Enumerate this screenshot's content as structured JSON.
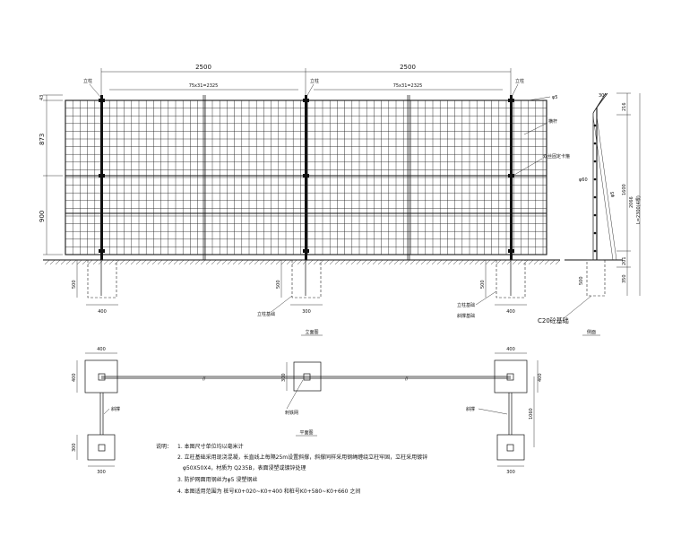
{
  "elevation": {
    "title": "立面图",
    "dims": {
      "span1": "2500",
      "span2": "2500",
      "mesh1": "75x31=2325",
      "mesh2": "75x31=2325",
      "top_gap": "43",
      "upper": "873",
      "lower": "900",
      "found_depth_left": "500",
      "found_depth_mid": "500",
      "found_depth_right": "500",
      "found_w_left": "400",
      "found_w_mid": "300",
      "found_w_right": "400"
    },
    "labels": {
      "post_left": "立柱",
      "post_mid": "立柱",
      "post_right": "立柱",
      "wire": "φ5",
      "frame": "横杆",
      "clip": "双丝固定卡箍",
      "found_mid": "立柱基础",
      "found_right1": "立柱基础",
      "found_right2": "斜撑基础"
    }
  },
  "side": {
    "title": "侧面",
    "dims": {
      "top_angle": "30°",
      "top_len": "216",
      "mid": "1600",
      "total": "2066",
      "L": "L=2300(4根)",
      "base": "201",
      "below1": "350",
      "below2": "500",
      "d_rod": "φ5",
      "d_post": "φ60"
    },
    "labels": {
      "concrete": "C20砼基础"
    }
  },
  "plan": {
    "title": "平面图",
    "dims": {
      "left_w": "400",
      "left_h": "400",
      "mid_h": "300",
      "right_w": "400",
      "right_h": "400",
      "brace_w": "300",
      "brace_h": "300",
      "brace_len": "1060"
    },
    "labels": {
      "mesh": "刺铁网",
      "brace_left": "斜撑",
      "brace_right": "斜撑"
    }
  },
  "notes": {
    "heading": "说明：",
    "n1": "1. 本图尺寸单位均以毫米计",
    "n2a": "2. 立柱基础采用现浇混凝，长直线上每隔25m设置斜撑，斜撑同样采用钢绳缠绕立柱牢固，立柱采用镀锌",
    "n2b": "φ50X50X4，材质为 Q235B，表面浸塑或镀锌处理",
    "n3": "3. 防护网面用钢丝为φ5 浸塑钢丝",
    "n4": "4. 本图适用范围为  桩号K0+020~K0+400 和桩号K0+580~K0+660 之间"
  }
}
